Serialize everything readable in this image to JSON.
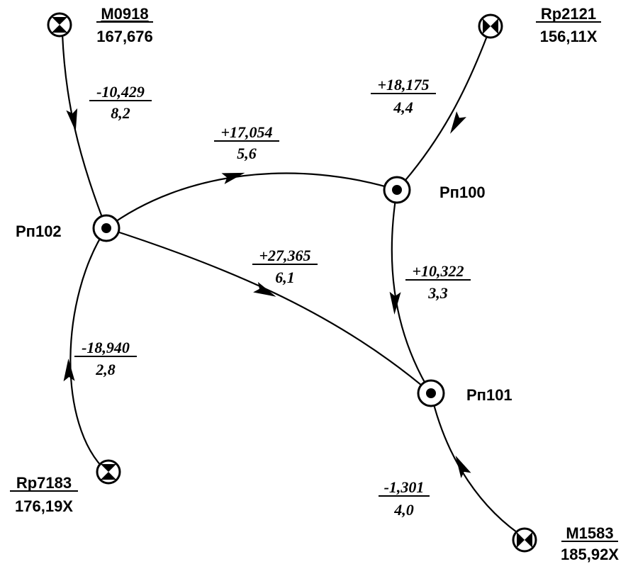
{
  "benchmarks": [
    {
      "id": "m0918",
      "name": "M0918",
      "value": "167,676"
    },
    {
      "id": "rp2121",
      "name": "Rp2121",
      "value": "156,11X"
    },
    {
      "id": "rp7183",
      "name": "Rp7183",
      "value": "176,19X"
    },
    {
      "id": "m1583",
      "name": "M1583",
      "value": "185,92X"
    }
  ],
  "points": [
    {
      "id": "rp102",
      "name": "Рп102"
    },
    {
      "id": "rp100",
      "name": "Рп100"
    },
    {
      "id": "rp101",
      "name": "Рп101"
    }
  ],
  "edges": [
    {
      "id": "m0918-rp102",
      "from": "M0918",
      "to": "Рп102",
      "dh": "-10,429",
      "length": "8,2"
    },
    {
      "id": "rp102-rp100",
      "from": "Рп102",
      "to": "Рп100",
      "dh": "+17,054",
      "length": "5,6"
    },
    {
      "id": "rp2121-rp100",
      "from": "Rp2121",
      "to": "Рп100",
      "dh": "+18,175",
      "length": "4,4"
    },
    {
      "id": "rp102-rp101",
      "from": "Рп102",
      "to": "Рп101",
      "dh": "+27,365",
      "length": "6,1"
    },
    {
      "id": "rp100-rp101",
      "from": "Рп100",
      "to": "Рп101",
      "dh": "+10,322",
      "length": "3,3"
    },
    {
      "id": "rp7183-rp102",
      "from": "Rp7183",
      "to": "Рп102",
      "dh": "-18,940",
      "length": "2,8"
    },
    {
      "id": "m1583-rp101",
      "from": "M1583",
      "to": "Рп101",
      "dh": "-1,301",
      "length": "4,0"
    }
  ]
}
